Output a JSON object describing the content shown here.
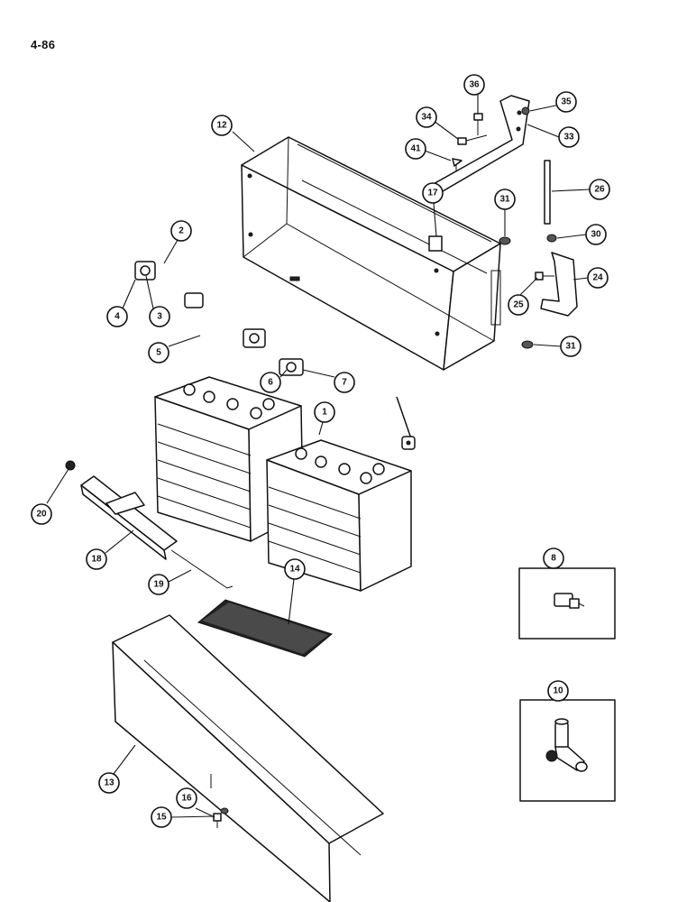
{
  "page": {
    "number": "4-86"
  },
  "callouts": [
    {
      "label": "36"
    },
    {
      "label": "35"
    },
    {
      "label": "34"
    },
    {
      "label": "33"
    },
    {
      "label": "12"
    },
    {
      "label": "41"
    },
    {
      "label": "26"
    },
    {
      "label": "17"
    },
    {
      "label": "31"
    },
    {
      "label": "30"
    },
    {
      "label": "2"
    },
    {
      "label": "24"
    },
    {
      "label": "25"
    },
    {
      "label": "4"
    },
    {
      "label": "3"
    },
    {
      "label": "5"
    },
    {
      "label": "31"
    },
    {
      "label": "6"
    },
    {
      "label": "7"
    },
    {
      "label": "1"
    },
    {
      "label": "20"
    },
    {
      "label": "18"
    },
    {
      "label": "19"
    },
    {
      "label": "14"
    },
    {
      "label": "8"
    },
    {
      "label": "10"
    },
    {
      "label": "13"
    },
    {
      "label": "16"
    },
    {
      "label": "15"
    }
  ]
}
